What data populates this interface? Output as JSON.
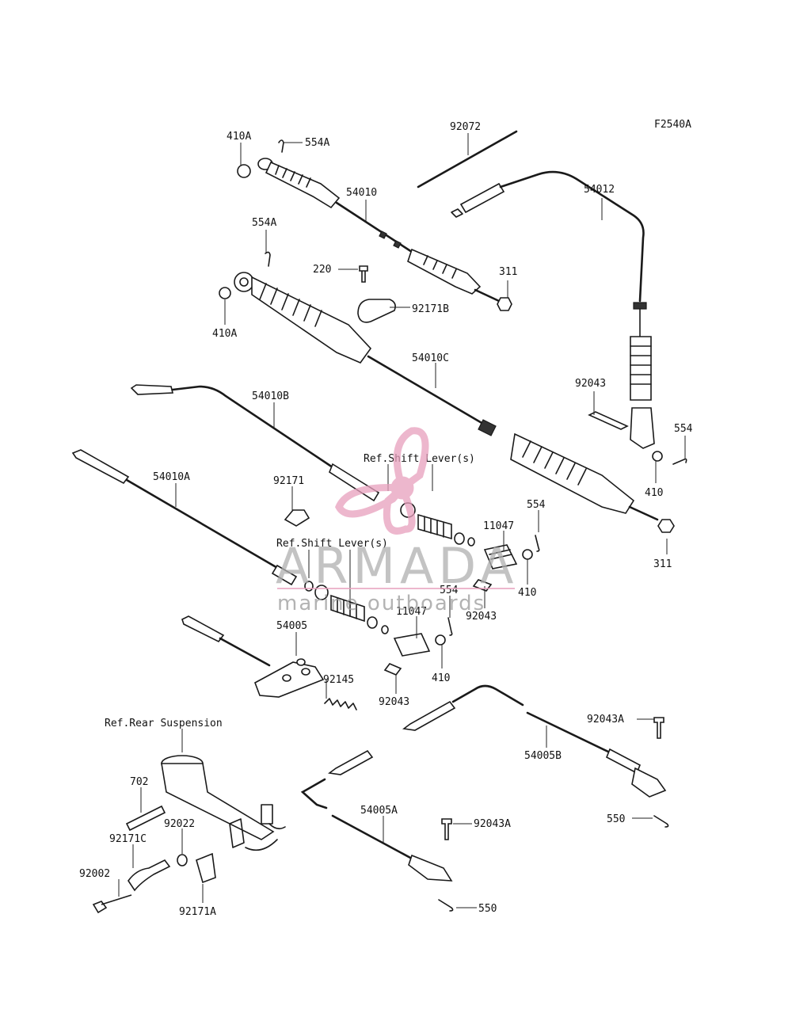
{
  "figure_code": "F2540A",
  "labels": [
    {
      "id": "l-410a-1",
      "text": "410A"
    },
    {
      "id": "l-554a-1",
      "text": "554A"
    },
    {
      "id": "l-92072",
      "text": "92072"
    },
    {
      "id": "l-54010",
      "text": "54010"
    },
    {
      "id": "l-54012",
      "text": "54012"
    },
    {
      "id": "l-554a-2",
      "text": "554A"
    },
    {
      "id": "l-220",
      "text": "220"
    },
    {
      "id": "l-311-1",
      "text": "311"
    },
    {
      "id": "l-92171b",
      "text": "92171B"
    },
    {
      "id": "l-410a-2",
      "text": "410A"
    },
    {
      "id": "l-54010c",
      "text": "54010C"
    },
    {
      "id": "l-92043-1",
      "text": "92043"
    },
    {
      "id": "l-54010b",
      "text": "54010B"
    },
    {
      "id": "l-554-1",
      "text": "554"
    },
    {
      "id": "l-ref-shift-1",
      "text": "Ref.Shift Lever(s)"
    },
    {
      "id": "l-54010a",
      "text": "54010A"
    },
    {
      "id": "l-92171",
      "text": "92171"
    },
    {
      "id": "l-410-1",
      "text": "410"
    },
    {
      "id": "l-554-2",
      "text": "554"
    },
    {
      "id": "l-11047-1",
      "text": "11047"
    },
    {
      "id": "l-311-2",
      "text": "311"
    },
    {
      "id": "l-ref-shift-2",
      "text": "Ref.Shift Lever(s)"
    },
    {
      "id": "l-410-2",
      "text": "410"
    },
    {
      "id": "l-554-3",
      "text": "554"
    },
    {
      "id": "l-92043-2",
      "text": "92043"
    },
    {
      "id": "l-11047-2",
      "text": "11047"
    },
    {
      "id": "l-54005",
      "text": "54005"
    },
    {
      "id": "l-92145",
      "text": "92145"
    },
    {
      "id": "l-410-3",
      "text": "410"
    },
    {
      "id": "l-92043-3",
      "text": "92043"
    },
    {
      "id": "l-ref-rear",
      "text": "Ref.Rear Suspension"
    },
    {
      "id": "l-92043a-1",
      "text": "92043A"
    },
    {
      "id": "l-54005b",
      "text": "54005B"
    },
    {
      "id": "l-702",
      "text": "702"
    },
    {
      "id": "l-92022",
      "text": "92022"
    },
    {
      "id": "l-92171c",
      "text": "92171C"
    },
    {
      "id": "l-550-1",
      "text": "550"
    },
    {
      "id": "l-54005a",
      "text": "54005A"
    },
    {
      "id": "l-92043a-2",
      "text": "92043A"
    },
    {
      "id": "l-92002",
      "text": "92002"
    },
    {
      "id": "l-92171a",
      "text": "92171A"
    },
    {
      "id": "l-550-2",
      "text": "550"
    }
  ],
  "watermark": {
    "brand": "ARMADA",
    "tagline": "marine outboards",
    "brand_color": "#b0b0b0",
    "logo_color": "#e8a0bd"
  }
}
